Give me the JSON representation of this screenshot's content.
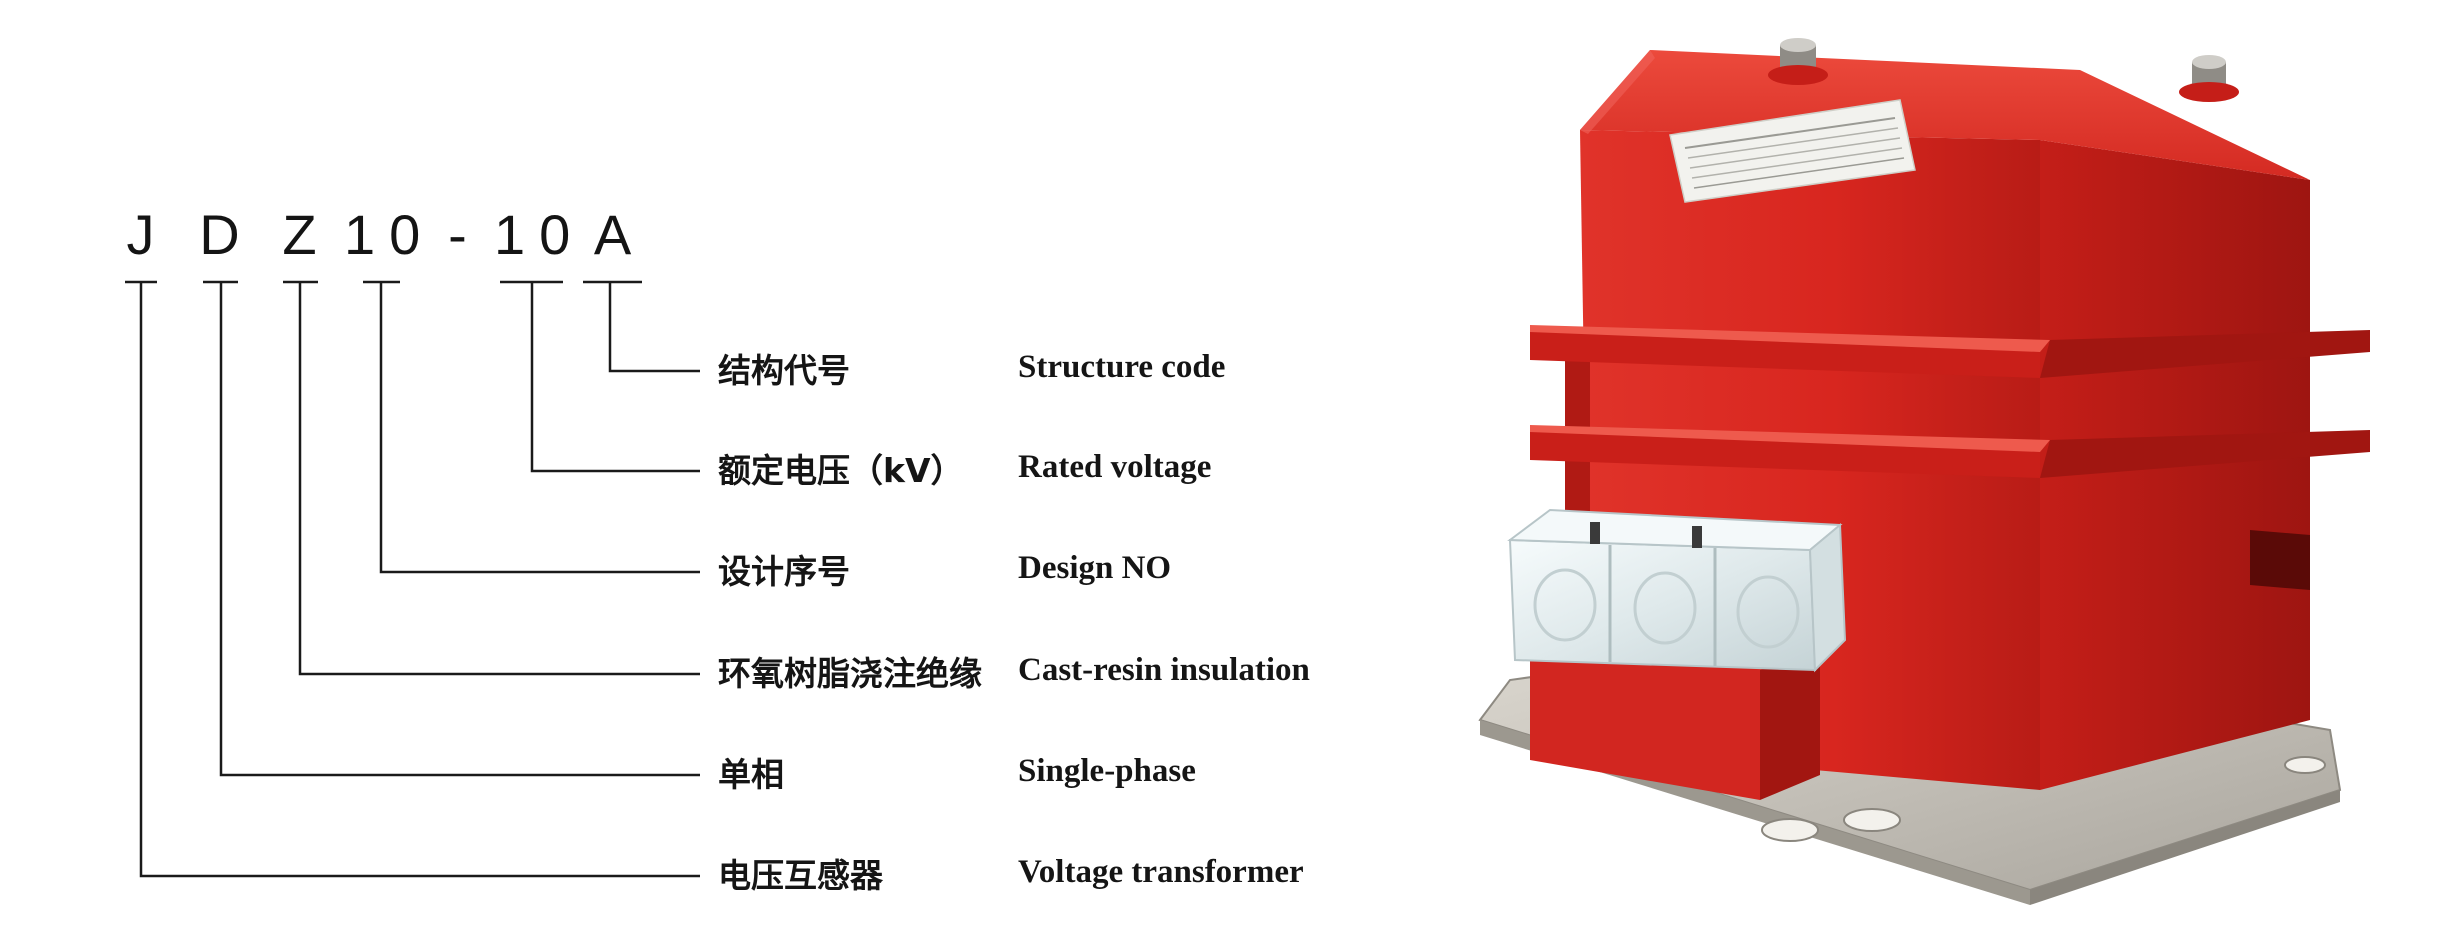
{
  "model_code": {
    "parts": [
      "J",
      "D",
      "Z",
      "10",
      "-",
      "10",
      "A"
    ]
  },
  "legend": [
    {
      "cn": "结构代号",
      "en": "Structure code"
    },
    {
      "cn": "额定电压（kV）",
      "en": "Rated voltage"
    },
    {
      "cn": "设计序号",
      "en": "Design NO"
    },
    {
      "cn": "环氧树脂浇注绝缘",
      "en": "Cast-resin insulation"
    },
    {
      "cn": "单相",
      "en": "Single-phase"
    },
    {
      "cn": "电压互感器",
      "en": "Voltage transformer"
    }
  ],
  "product_image": {
    "icon": "voltage-transformer-photo",
    "colors": {
      "body": "#d8261f",
      "body_shadow": "#a51814",
      "body_highlight": "#ec4a3c",
      "base_plate": "#c8c4bc",
      "terminal_cover": "#e6eef0",
      "label_plate": "#f2f2ee"
    }
  },
  "colors": {
    "text": "#141414",
    "lines": "#1a1a1a"
  }
}
